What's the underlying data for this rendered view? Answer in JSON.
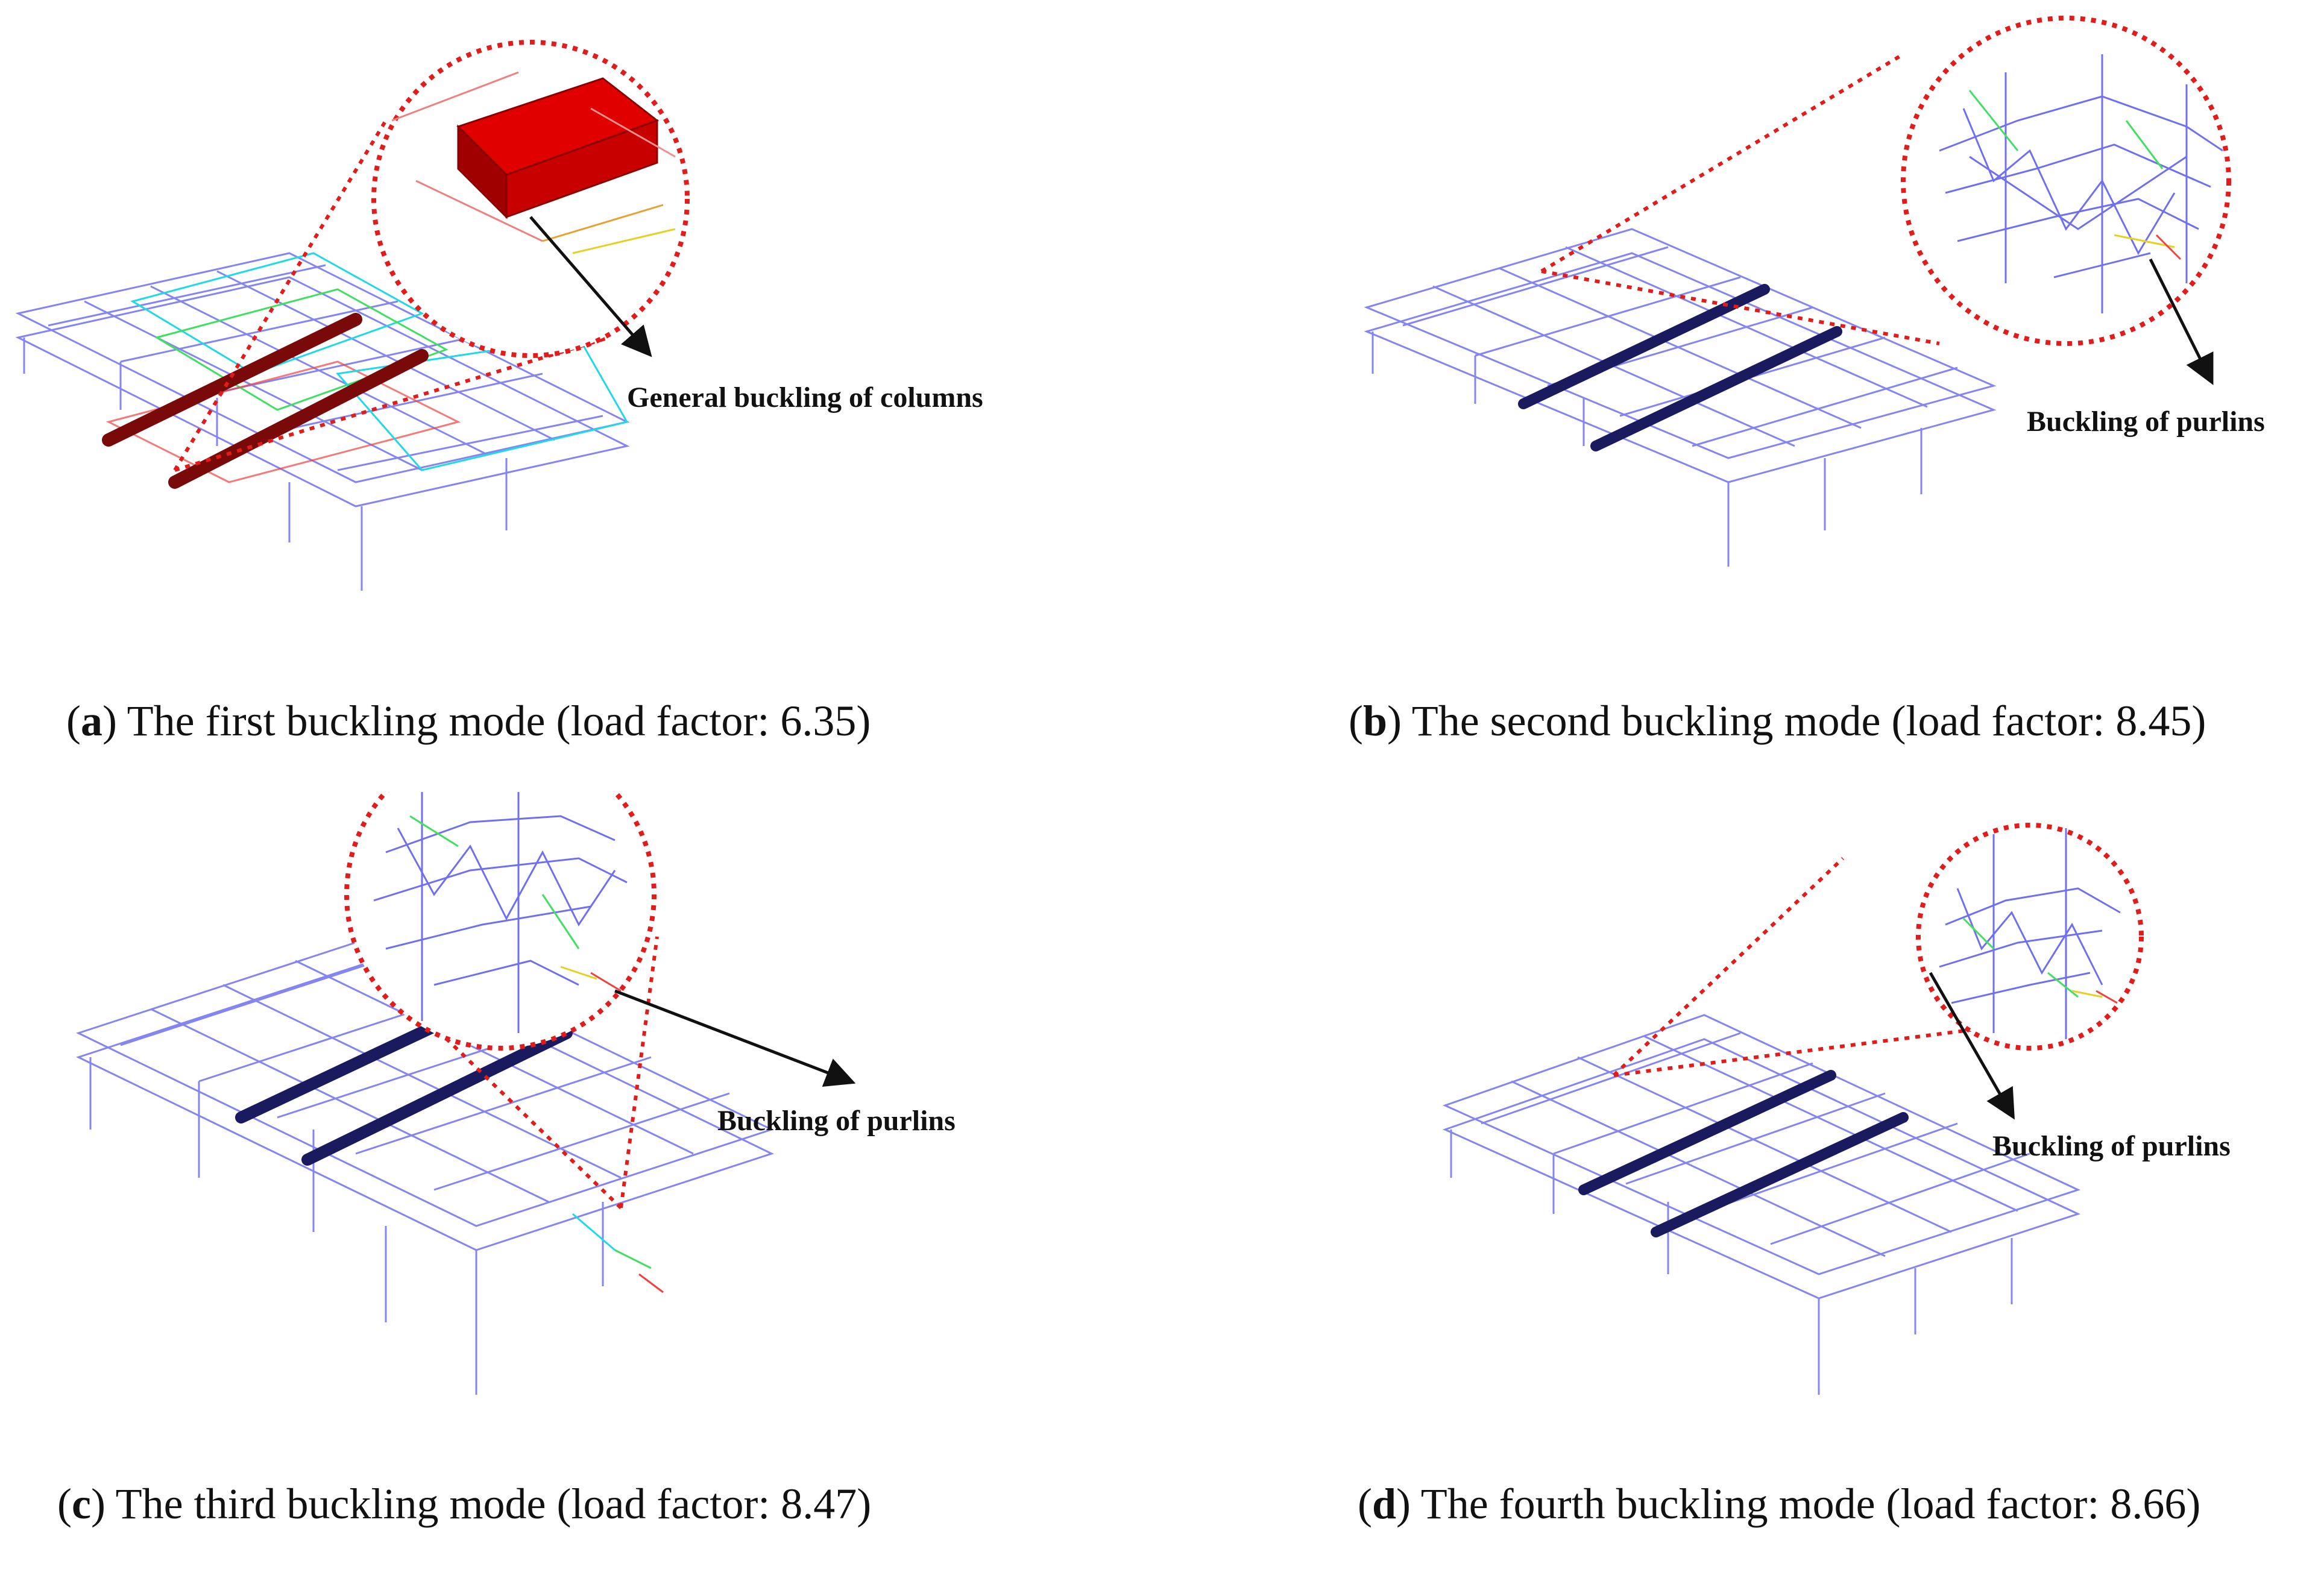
{
  "figure": {
    "panels": [
      {
        "id": "a",
        "letter": "a",
        "caption": " The first buckling mode (load factor: 6.35)",
        "annotation": "General buckling of columns"
      },
      {
        "id": "b",
        "letter": "b",
        "caption": " The second buckling mode (load factor: 8.45)",
        "annotation": "Buckling of purlins"
      },
      {
        "id": "c",
        "letter": "c",
        "caption": " The third buckling mode (load factor: 8.47)",
        "annotation": "Buckling of purlins"
      },
      {
        "id": "d",
        "letter": "d",
        "caption": " The fourth buckling mode (load factor: 8.66)",
        "annotation": "Buckling of purlins"
      }
    ],
    "colors": {
      "mesh": "#6f6ff0",
      "highlight_member": "#1a1a5e",
      "highlight_member_a": "#7a0a0a",
      "zoom_circle": "#e21b1b",
      "column_block": "#e00000",
      "arrow": "#111111",
      "deform_cyan": "#1fd8e8",
      "deform_green": "#3fe060",
      "deform_yellow": "#e8d020",
      "deform_red": "#f04040"
    }
  }
}
